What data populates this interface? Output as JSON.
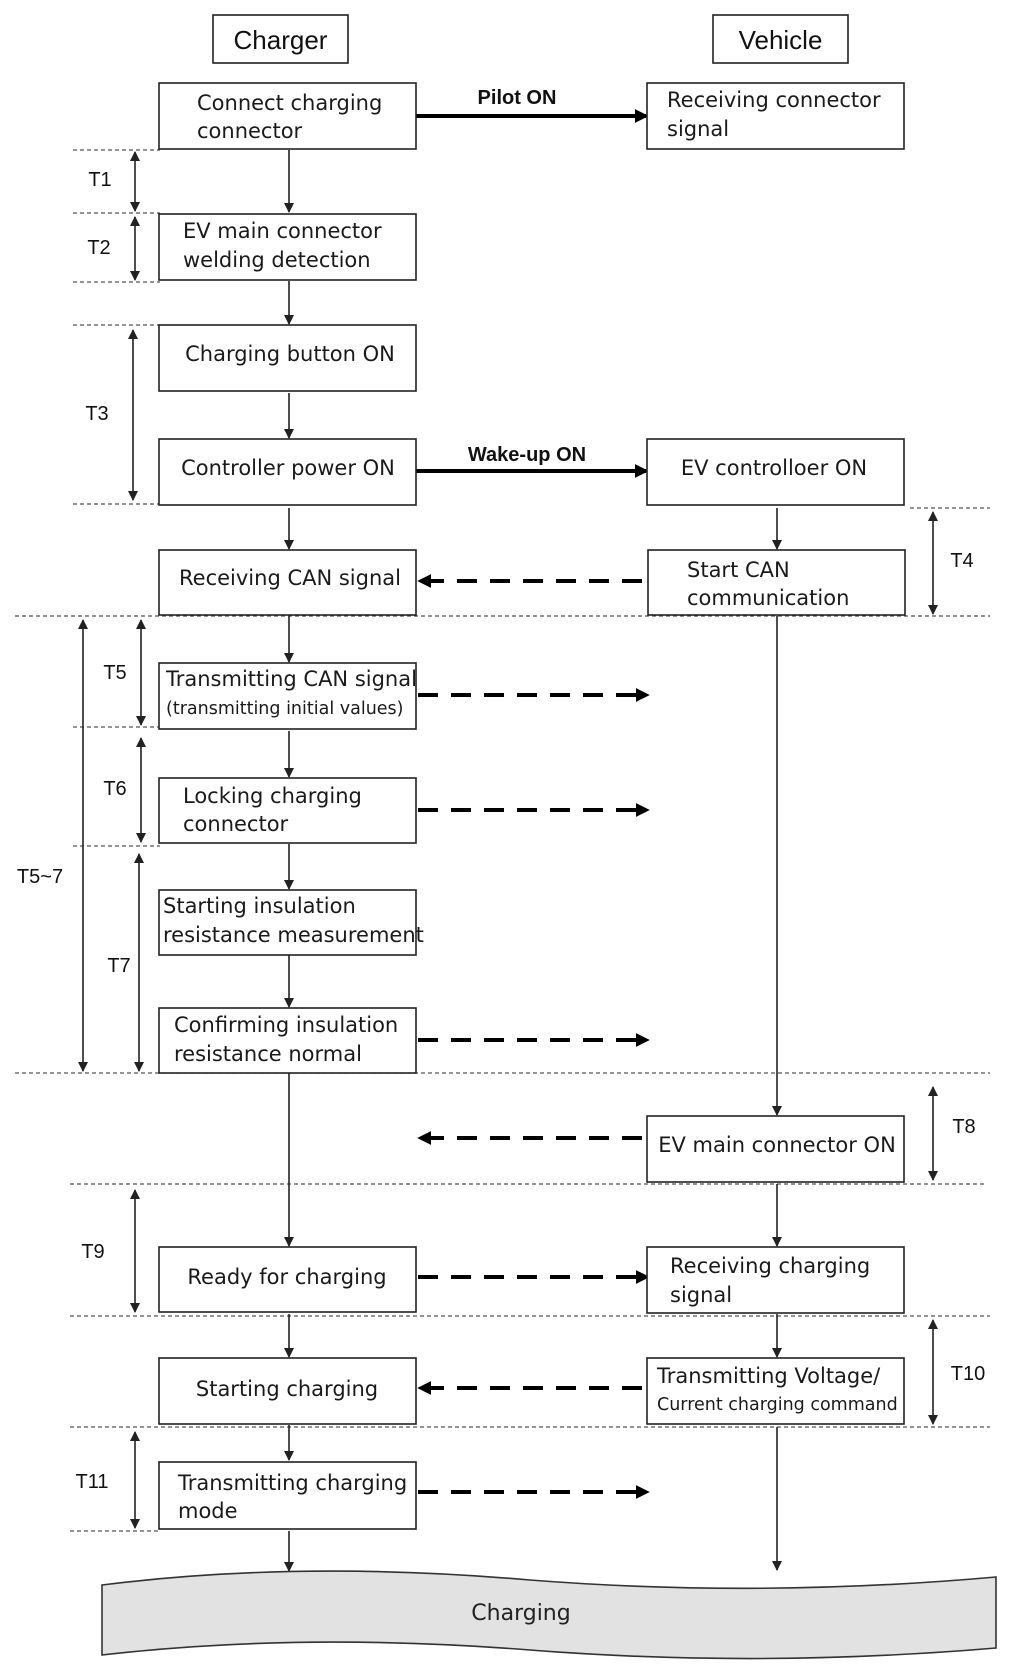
{
  "headers": {
    "charger": "Charger",
    "vehicle": "Vehicle"
  },
  "signals": {
    "pilot_on": "Pilot ON",
    "wakeup_on": "Wake-up ON"
  },
  "charger_steps": {
    "connect": [
      "Connect charging",
      "connector"
    ],
    "welding": [
      "EV main connector",
      "welding detection"
    ],
    "button": [
      "Charging button ON"
    ],
    "power": [
      "Controller power ON"
    ],
    "recv_can": [
      "Receiving CAN signal"
    ],
    "trans_can": [
      "Transmitting CAN signal",
      "(transmitting initial values)"
    ],
    "locking": [
      "Locking charging",
      "connector"
    ],
    "insul_start": [
      "Starting insulation",
      "resistance measurement"
    ],
    "insul_ok": [
      "Confirming insulation",
      "resistance normal"
    ],
    "ready": [
      "Ready for charging"
    ],
    "start_charge": [
      "Starting charging"
    ],
    "trans_mode": [
      "Transmitting charging",
      "mode"
    ]
  },
  "vehicle_steps": {
    "recv_connector": [
      "Receiving connector",
      "signal"
    ],
    "ev_ctrl": [
      "EV controlloer ON"
    ],
    "start_can": [
      "Start CAN",
      "communication"
    ],
    "main_conn": [
      "EV main connector ON"
    ],
    "recv_charge": [
      "Receiving charging",
      "signal"
    ],
    "trans_cmd": [
      "Transmitting Voltage/",
      "Current charging command"
    ]
  },
  "timing": {
    "t1": "T1",
    "t2": "T2",
    "t3": "T3",
    "t4": "T4",
    "t5": "T5",
    "t6": "T6",
    "t5_7": "T5~7",
    "t7": "T7",
    "t8": "T8",
    "t9": "T9",
    "t10": "T10",
    "t11": "T11"
  },
  "final_state": "Charging"
}
